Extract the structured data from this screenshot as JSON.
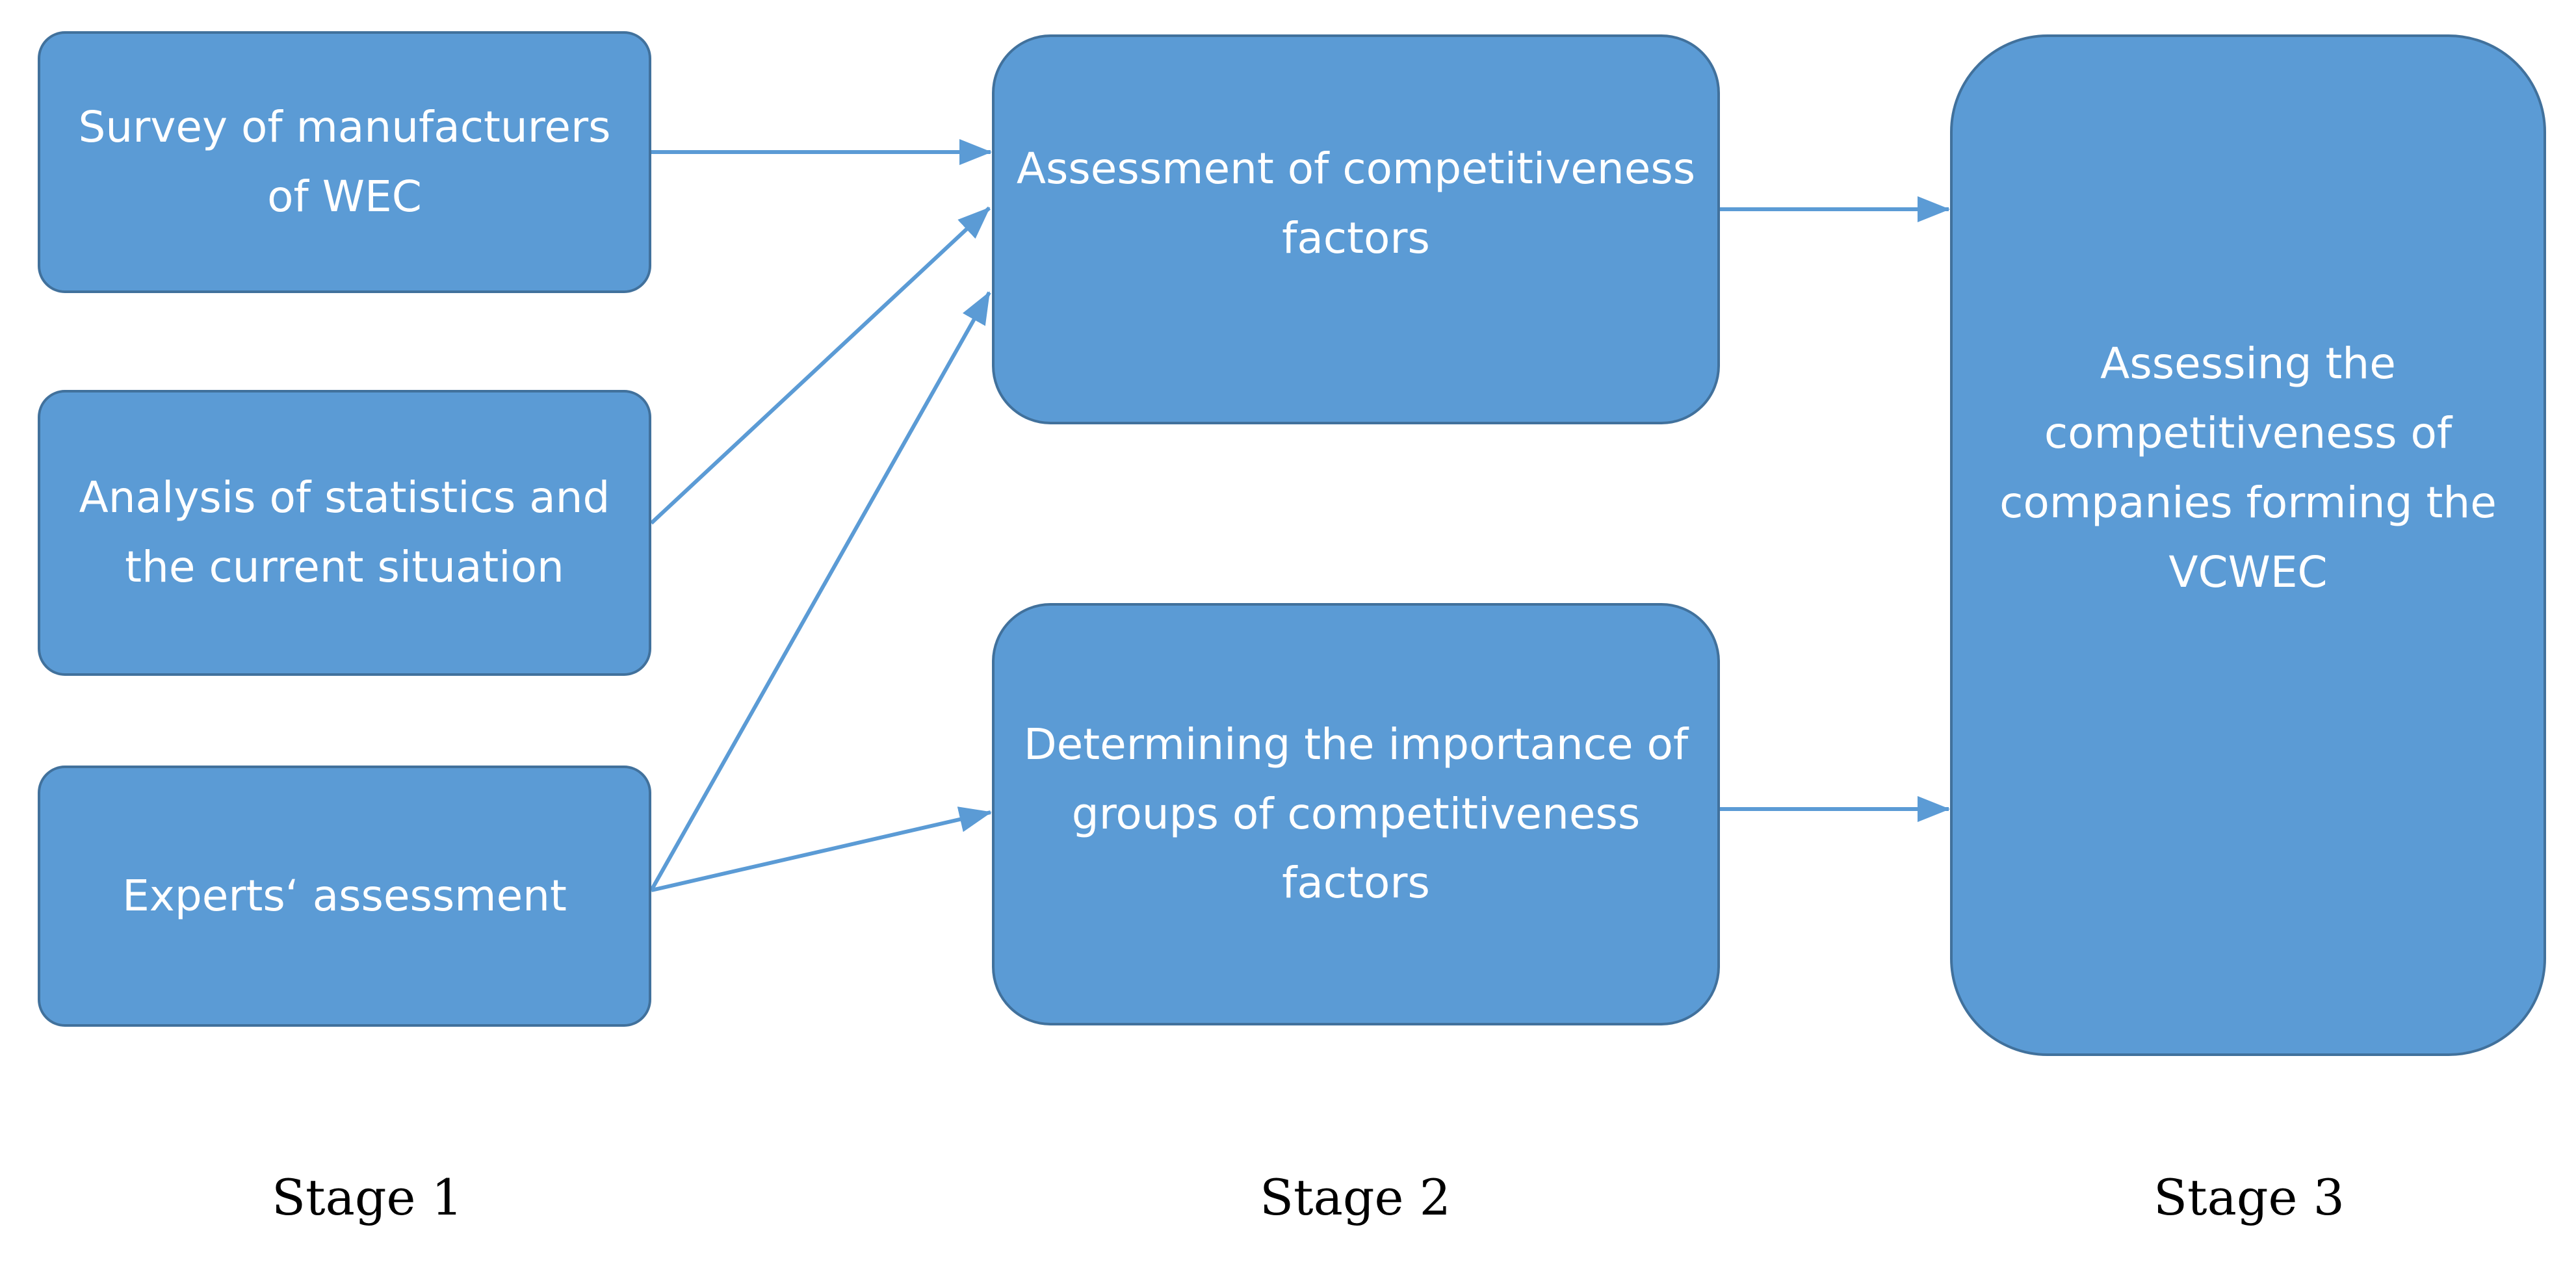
{
  "nodes": {
    "survey": "Survey of manufacturers of WEC",
    "statistics": "Analysis of statistics and the current situation",
    "experts": "Experts‘ assessment",
    "factors": "Assessment of competitiveness factors",
    "importance": "Determining the importance of groups of competitiveness factors",
    "assessing": "Assessing the competitiveness of companies forming the VCWEC"
  },
  "stages": {
    "stage1": "Stage 1",
    "stage2": "Stage 2",
    "stage3": "Stage 3"
  },
  "colors": {
    "box_fill": "#5b9bd5",
    "box_border": "#41719c",
    "arrow": "#5b9bd5",
    "box_text": "#ffffff"
  }
}
